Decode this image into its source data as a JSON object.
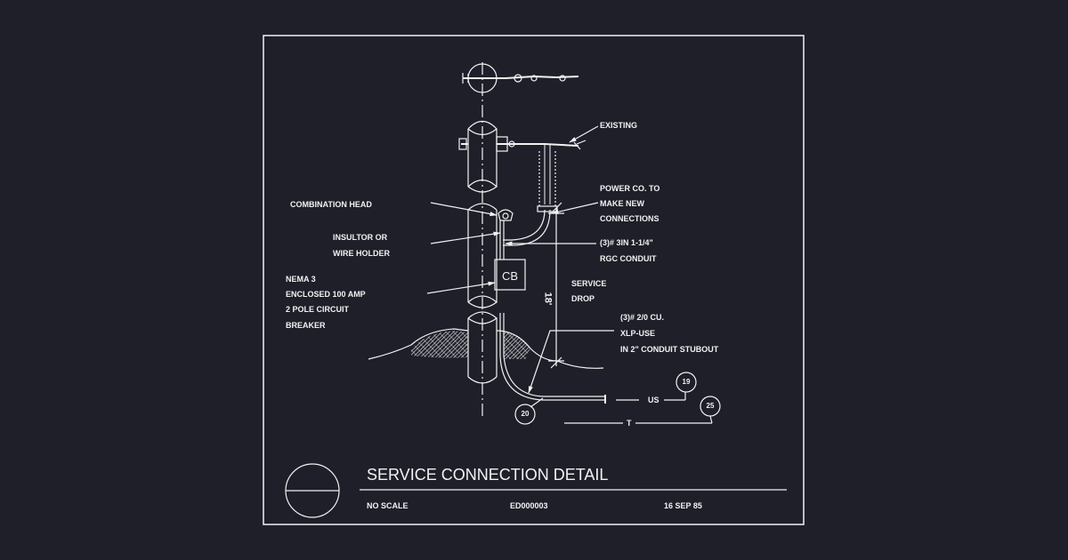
{
  "title": "SERVICE CONNECTION DETAIL",
  "footer": {
    "scale": "NO SCALE",
    "drawing_number": "ED000003",
    "date": "16 SEP 85"
  },
  "labels": {
    "existing": "EXISTING",
    "power_co_1": "POWER CO. TO",
    "power_co_2": "MAKE NEW",
    "power_co_3": "CONNECTIONS",
    "combination_head": "COMBINATION HEAD",
    "insulator_1": "INSULTOR OR",
    "insulator_2": "WIRE HOLDER",
    "conduit_1": "(3)# 3IN 1-1/4\"",
    "conduit_2": "RGC CONDUIT",
    "nema_1": "NEMA 3",
    "nema_2": "ENCLOSED 100 AMP",
    "nema_3": "2 POLE CIRCUIT",
    "nema_4": "BREAKER",
    "service_drop_1": "SERVICE",
    "service_drop_2": "DROP",
    "dim_18": "18'",
    "xlp_1": "(3)# 2/0 CU.",
    "xlp_2": "XLP-USE",
    "xlp_3": "IN 2\" CONDUIT STUBOUT",
    "cb": "CB",
    "us": "US",
    "t": "T"
  },
  "bubbles": {
    "b19": "19",
    "b25": "25",
    "b20": "20"
  },
  "colors": {
    "background": "#1e1f29",
    "line": "#f2f2f2"
  }
}
